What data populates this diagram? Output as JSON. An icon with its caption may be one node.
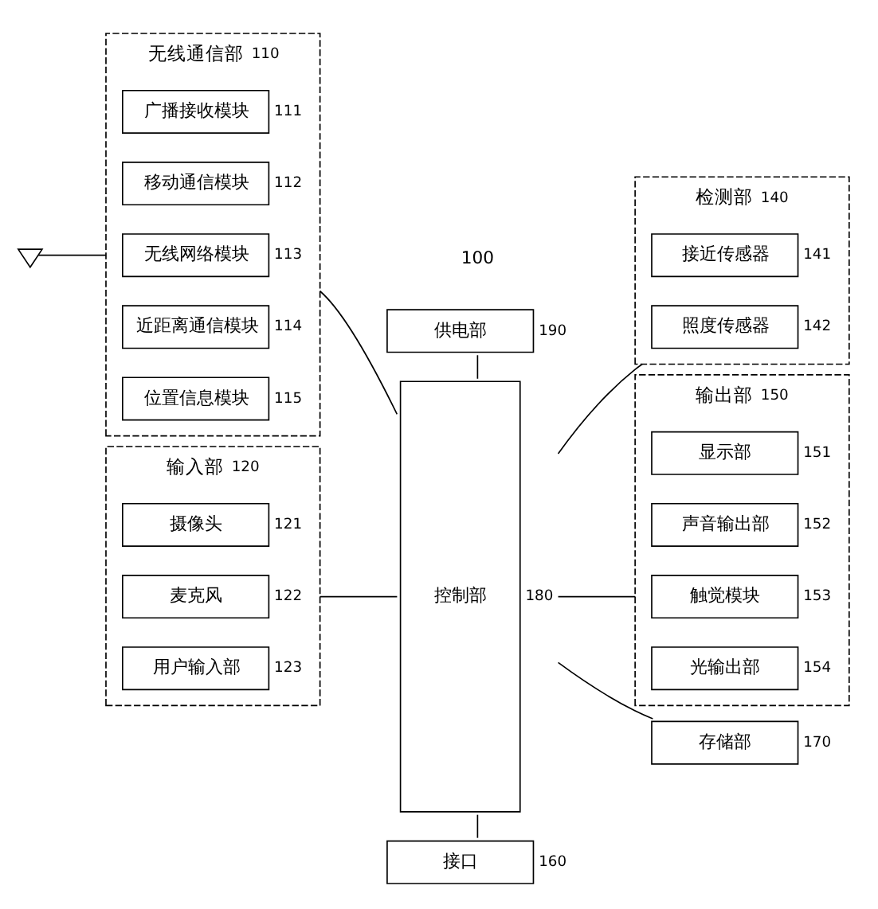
{
  "diagram": {
    "nodes": [
      {
        "text": [
          "供电部"
        ],
        "beside": [
          "190"
        ]
      },
      {
        "text": [
          "无线通信部"
        ],
        "beside": [
          "110"
        ]
      },
      {
        "text": [
          "广播接收模块"
        ],
        "in": 1,
        "beside": [
          "111"
        ]
      },
      {
        "text": [
          "移动通信模块"
        ],
        "in": 1,
        "beside": [
          "112"
        ]
      },
      {
        "text": [
          "无线网络模块"
        ],
        "in": 1,
        "beside": [
          "113"
        ]
      },
      {
        "text": [
          "近距离通信模块"
        ],
        "in": 1,
        "beside": [
          "114"
        ]
      },
      {
        "text": [
          "位置信息模块"
        ],
        "in": 1,
        "beside": [
          "115"
        ]
      },
      {
        "text": [
          "输入部"
        ],
        "beside": [
          "120"
        ]
      },
      {
        "text": [
          "摄像头"
        ],
        "in": 7,
        "beside": [
          "121"
        ]
      },
      {
        "text": [
          "麦克风"
        ],
        "in": 7,
        "beside": [
          "122"
        ]
      },
      {
        "text": [
          "用户输入部"
        ],
        "in": 7,
        "beside": [
          "123"
        ]
      },
      {
        "text": [
          "控制部"
        ],
        "beside": [
          "180"
        ]
      },
      {
        "text": [
          "检测部"
        ],
        "beside": [
          "140"
        ]
      },
      {
        "text": [
          "接近传感器"
        ],
        "in": 12,
        "beside": [
          "141"
        ]
      },
      {
        "text": [
          "照度传感器"
        ],
        "in": 12,
        "beside": [
          "142"
        ]
      },
      {
        "text": [
          "输出部"
        ],
        "beside": [
          "150"
        ]
      },
      {
        "text": [
          "显示部"
        ],
        "in": 15,
        "beside": [
          "151"
        ]
      },
      {
        "text": [
          "声音输出部"
        ],
        "in": 15,
        "beside": [
          "152"
        ]
      },
      {
        "text": [
          "触觉模块"
        ],
        "in": 15,
        "beside": [
          "153"
        ]
      },
      {
        "text": [
          "光输出部"
        ],
        "in": 15,
        "beside": [
          "154"
        ]
      },
      {
        "text": [
          "存储部"
        ],
        "beside": [
          "170"
        ]
      },
      {
        "text": [
          "接口"
        ],
        "beside": [
          "160"
        ]
      },
      {
        "text": [],
        "shape": "antenna"
      }
    ],
    "edges": [
      {
        "from": 0,
        "to": 11,
        "arrow": "none"
      },
      {
        "from": 1,
        "to": 11,
        "arrow": "none"
      },
      {
        "from": 7,
        "to": 11,
        "arrow": "none"
      },
      {
        "from": 11,
        "to": 12,
        "arrow": "none"
      },
      {
        "from": 11,
        "to": 15,
        "arrow": "none"
      },
      {
        "from": 11,
        "to": 20,
        "arrow": "none"
      },
      {
        "from": 11,
        "to": 21,
        "arrow": "none"
      },
      {
        "from": 22,
        "to": 1,
        "arrow": "none"
      }
    ],
    "labels": [
      "100"
    ]
  }
}
